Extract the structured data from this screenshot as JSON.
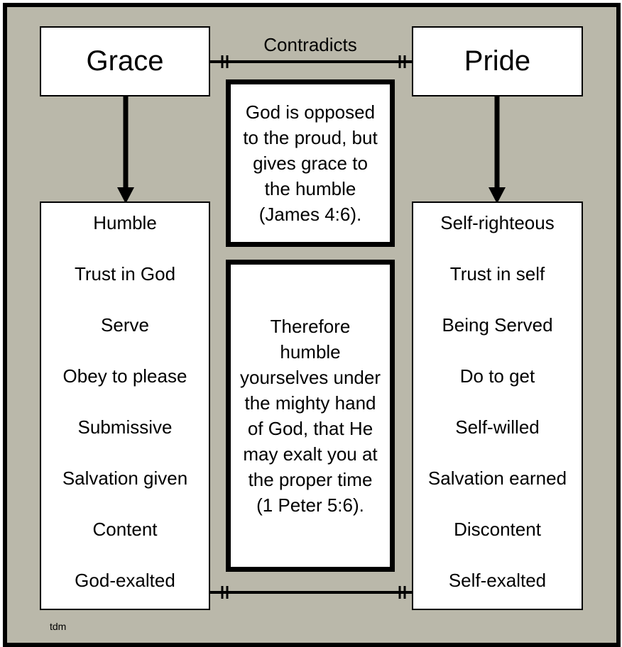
{
  "colors": {
    "background": "#bab8aa",
    "box_fill": "#ffffff",
    "stroke": "#000000"
  },
  "grace": {
    "title": "Grace",
    "items": [
      "Humble",
      "Trust in God",
      "Serve",
      "Obey to please",
      "Submissive",
      "Salvation given",
      "Content",
      "God-exalted"
    ]
  },
  "pride": {
    "title": "Pride",
    "items": [
      "Self-righteous",
      "Trust in self",
      "Being Served",
      "Do to get",
      "Self-willed",
      "Salvation earned",
      "Discontent",
      "Self-exalted"
    ]
  },
  "connector": {
    "label": "Contradicts"
  },
  "quotes": {
    "james": "God is opposed to the proud, but gives grace to the humble (James 4:6).",
    "peter": "Therefore humble yourselves under the mighty hand of God, that He may exalt you at the proper time (1 Peter 5:6)."
  },
  "footer": {
    "initials": "tdm"
  }
}
